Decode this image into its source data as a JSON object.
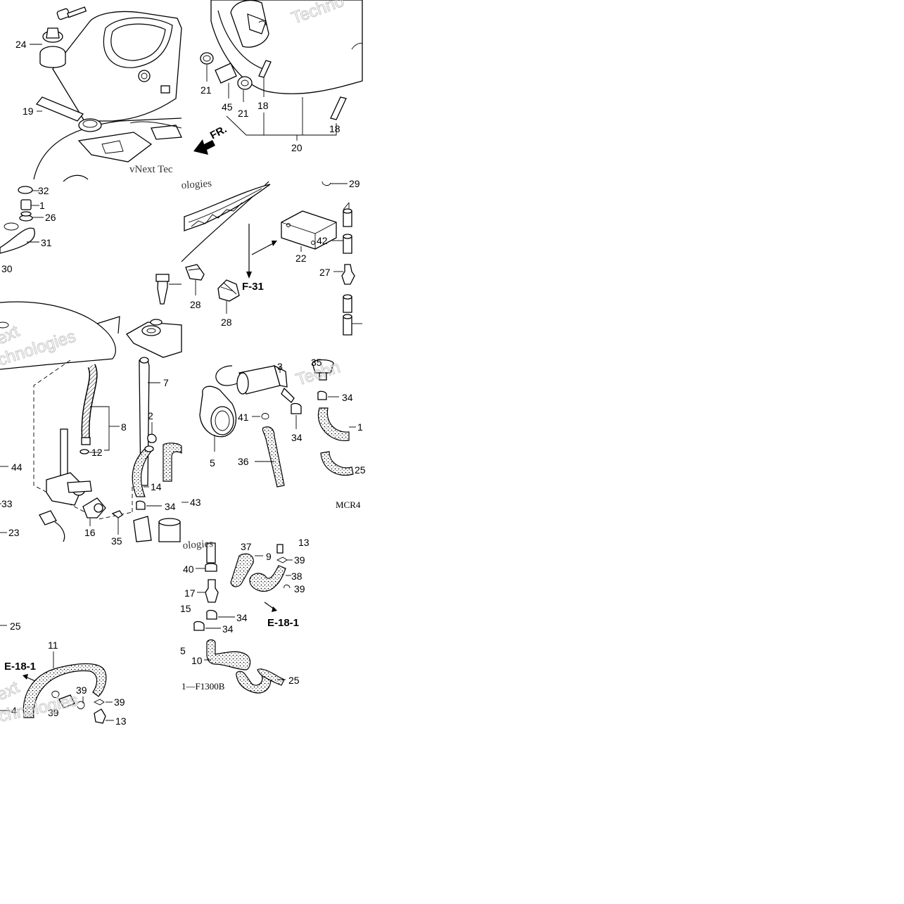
{
  "panels": [
    {
      "id": "tank-top-left",
      "labels": [
        "24",
        "19"
      ],
      "watermark": "vNext Tec"
    },
    {
      "id": "tank-top-right",
      "labels": [
        "21",
        "45",
        "21",
        "18",
        "18",
        "20"
      ],
      "arrow": "FR.",
      "watermark": "Techno"
    },
    {
      "id": "tank-mid-left",
      "labels": [
        "32",
        "1",
        "26",
        "31",
        "30",
        "2",
        "8",
        "7",
        "12",
        "14",
        "34",
        "43",
        "44",
        "33",
        "23",
        "16",
        "35"
      ],
      "watermark_1": "ext",
      "watermark_2": "chnologies"
    },
    {
      "id": "tank-mid-right",
      "labels": [
        "29",
        "22",
        "42",
        "27",
        "28",
        "28",
        "3",
        "35",
        "34",
        "41",
        "34",
        "1",
        "5",
        "36",
        "25"
      ],
      "ref": "F-31",
      "code": "MCR4",
      "watermark_1": "ologies",
      "watermark_2": "Techn"
    },
    {
      "id": "hoses-bottom-left",
      "labels": [
        "25",
        "11",
        "39",
        "39",
        "4",
        "39",
        "13"
      ],
      "ref": "E-18-1",
      "watermark_1": "ext",
      "watermark_2": "chnologies"
    },
    {
      "id": "hoses-bottom-right",
      "labels": [
        "37",
        "9",
        "13",
        "39",
        "40",
        "38",
        "39",
        "17",
        "15",
        "34",
        "34",
        "5",
        "10",
        "25"
      ],
      "ref": "E-18-1",
      "code": "1—F1300B",
      "watermark": "ologies"
    }
  ]
}
